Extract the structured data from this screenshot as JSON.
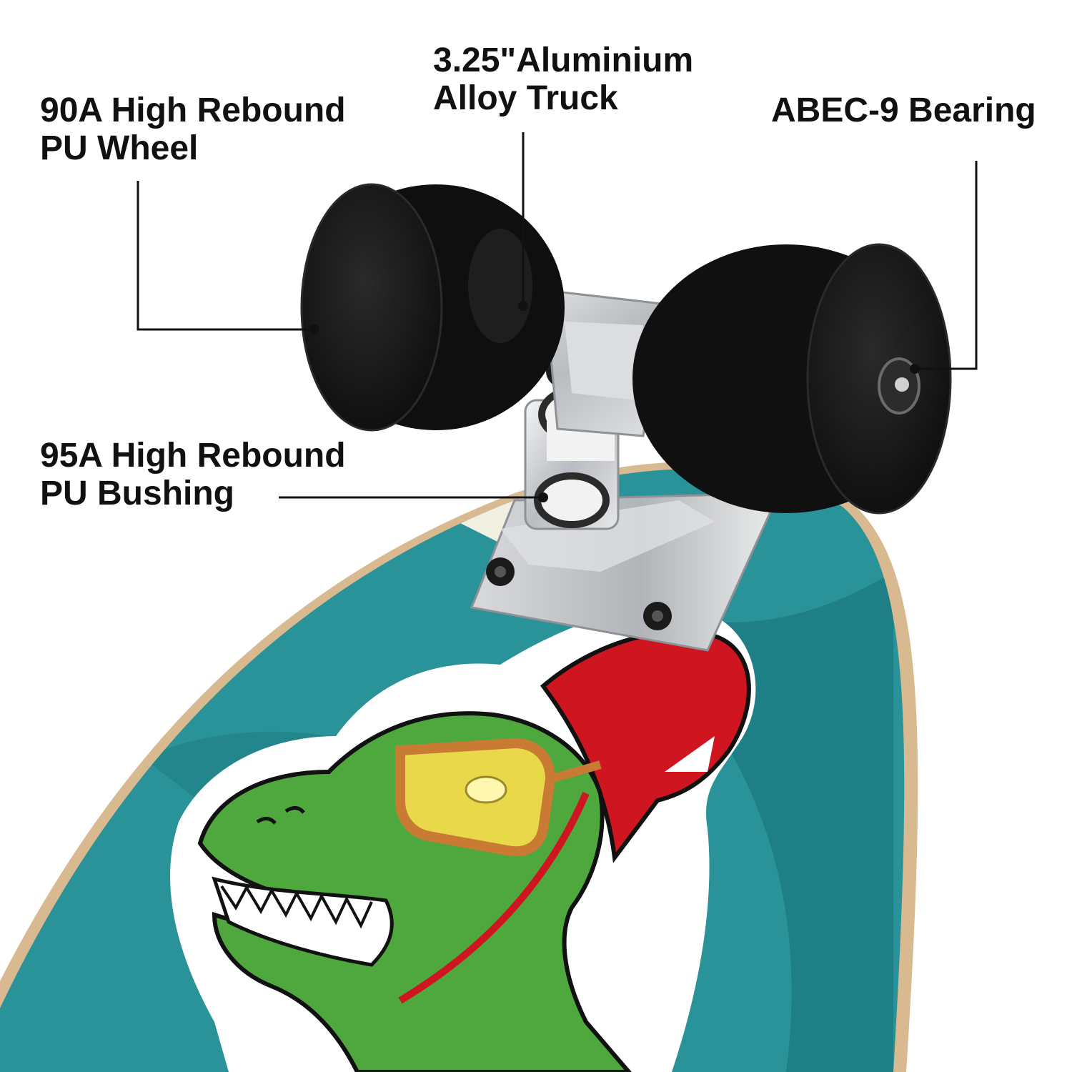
{
  "callouts": {
    "wheel": {
      "lines": [
        "90A High Rebound",
        "PU Wheel"
      ]
    },
    "truck": {
      "lines": [
        "3.25\"Aluminium",
        "Alloy Truck"
      ]
    },
    "bearing": {
      "lines": [
        "ABEC-9 Bearing"
      ]
    },
    "bushing": {
      "lines": [
        "95A High Rebound",
        "PU Bushing"
      ]
    }
  },
  "colors": {
    "deck_teal": "#2a9299",
    "deck_dark_teal": "#1f7f86",
    "wheel_black": "#141414",
    "truck_silver": "#c7c9cc",
    "bushing_white": "#f2f2f2",
    "dino_green": "#4fa83d",
    "helmet_red": "#cf1620",
    "glasses_yellow": "#e8d84a",
    "glasses_frame": "#c97a33",
    "wood_edge": "#d9b98f",
    "leader_line": "#111111"
  }
}
